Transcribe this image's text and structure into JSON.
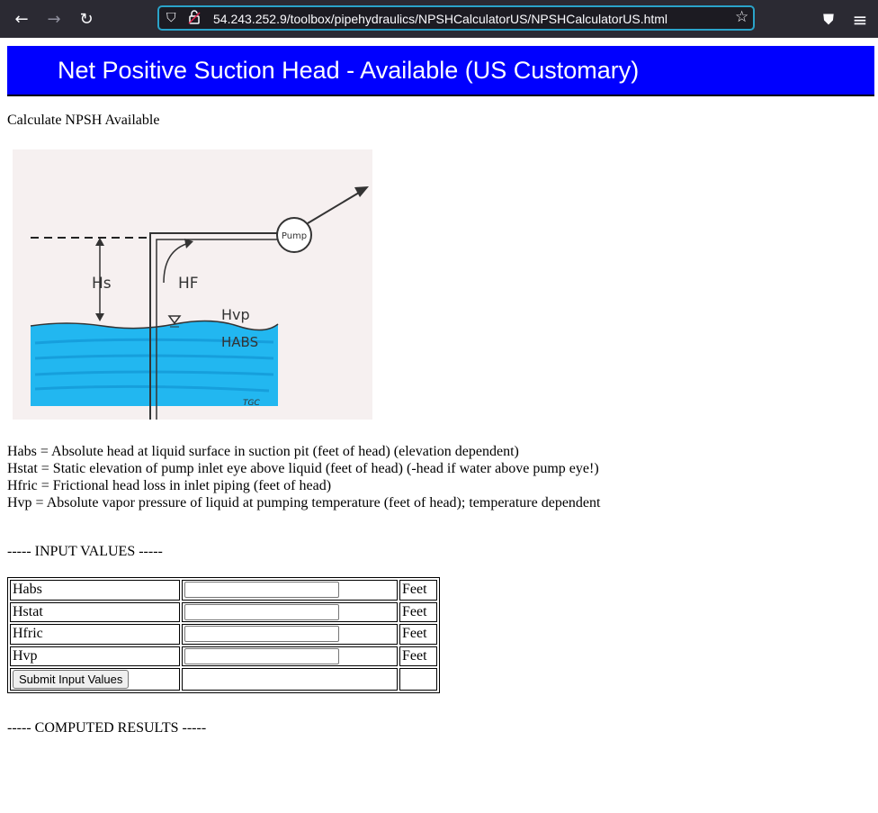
{
  "browser": {
    "back_icon": "←",
    "forward_icon": "→",
    "reload_icon": "↻",
    "url": "54.243.252.9/toolbox/pipehydraulics/NPSHCalculatorUS/NPSHCalculatorUS.html",
    "shield_icon": "⛉",
    "lock_icon": "🔓",
    "bookmark_icon": "☆",
    "pocket_icon": "⛊",
    "menu_icon": "≡"
  },
  "page": {
    "title": "Net Positive Suction Head - Available (US Customary)",
    "intro": "Calculate NPSH Available",
    "diagram": {
      "pump_label": "Pump",
      "hs_label": "Hs",
      "hf_label": "HF",
      "hvp_label": "Hvp",
      "habs_label": "HABS",
      "signature": "TGC"
    },
    "definitions": [
      "Habs = Absolute head at liquid surface in suction pit (feet of head) (elevation dependent)",
      "Hstat = Static elevation of pump inlet eye above liquid (feet of head) (-head if water above pump eye!)",
      "Hfric = Frictional head loss in inlet piping (feet of head)",
      "Hvp = Absolute vapor pressure of liquid at pumping temperature (feet of head); temperature dependent"
    ],
    "input_heading": "----- INPUT VALUES -----",
    "inputs": [
      {
        "label": "Habs",
        "value": "",
        "unit": "Feet"
      },
      {
        "label": "Hstat",
        "value": "",
        "unit": "Feet"
      },
      {
        "label": "Hfric",
        "value": "",
        "unit": "Feet"
      },
      {
        "label": "Hvp",
        "value": "",
        "unit": "Feet"
      }
    ],
    "submit_label": "Submit Input Values",
    "results_heading": "----- COMPUTED RESULTS -----"
  }
}
